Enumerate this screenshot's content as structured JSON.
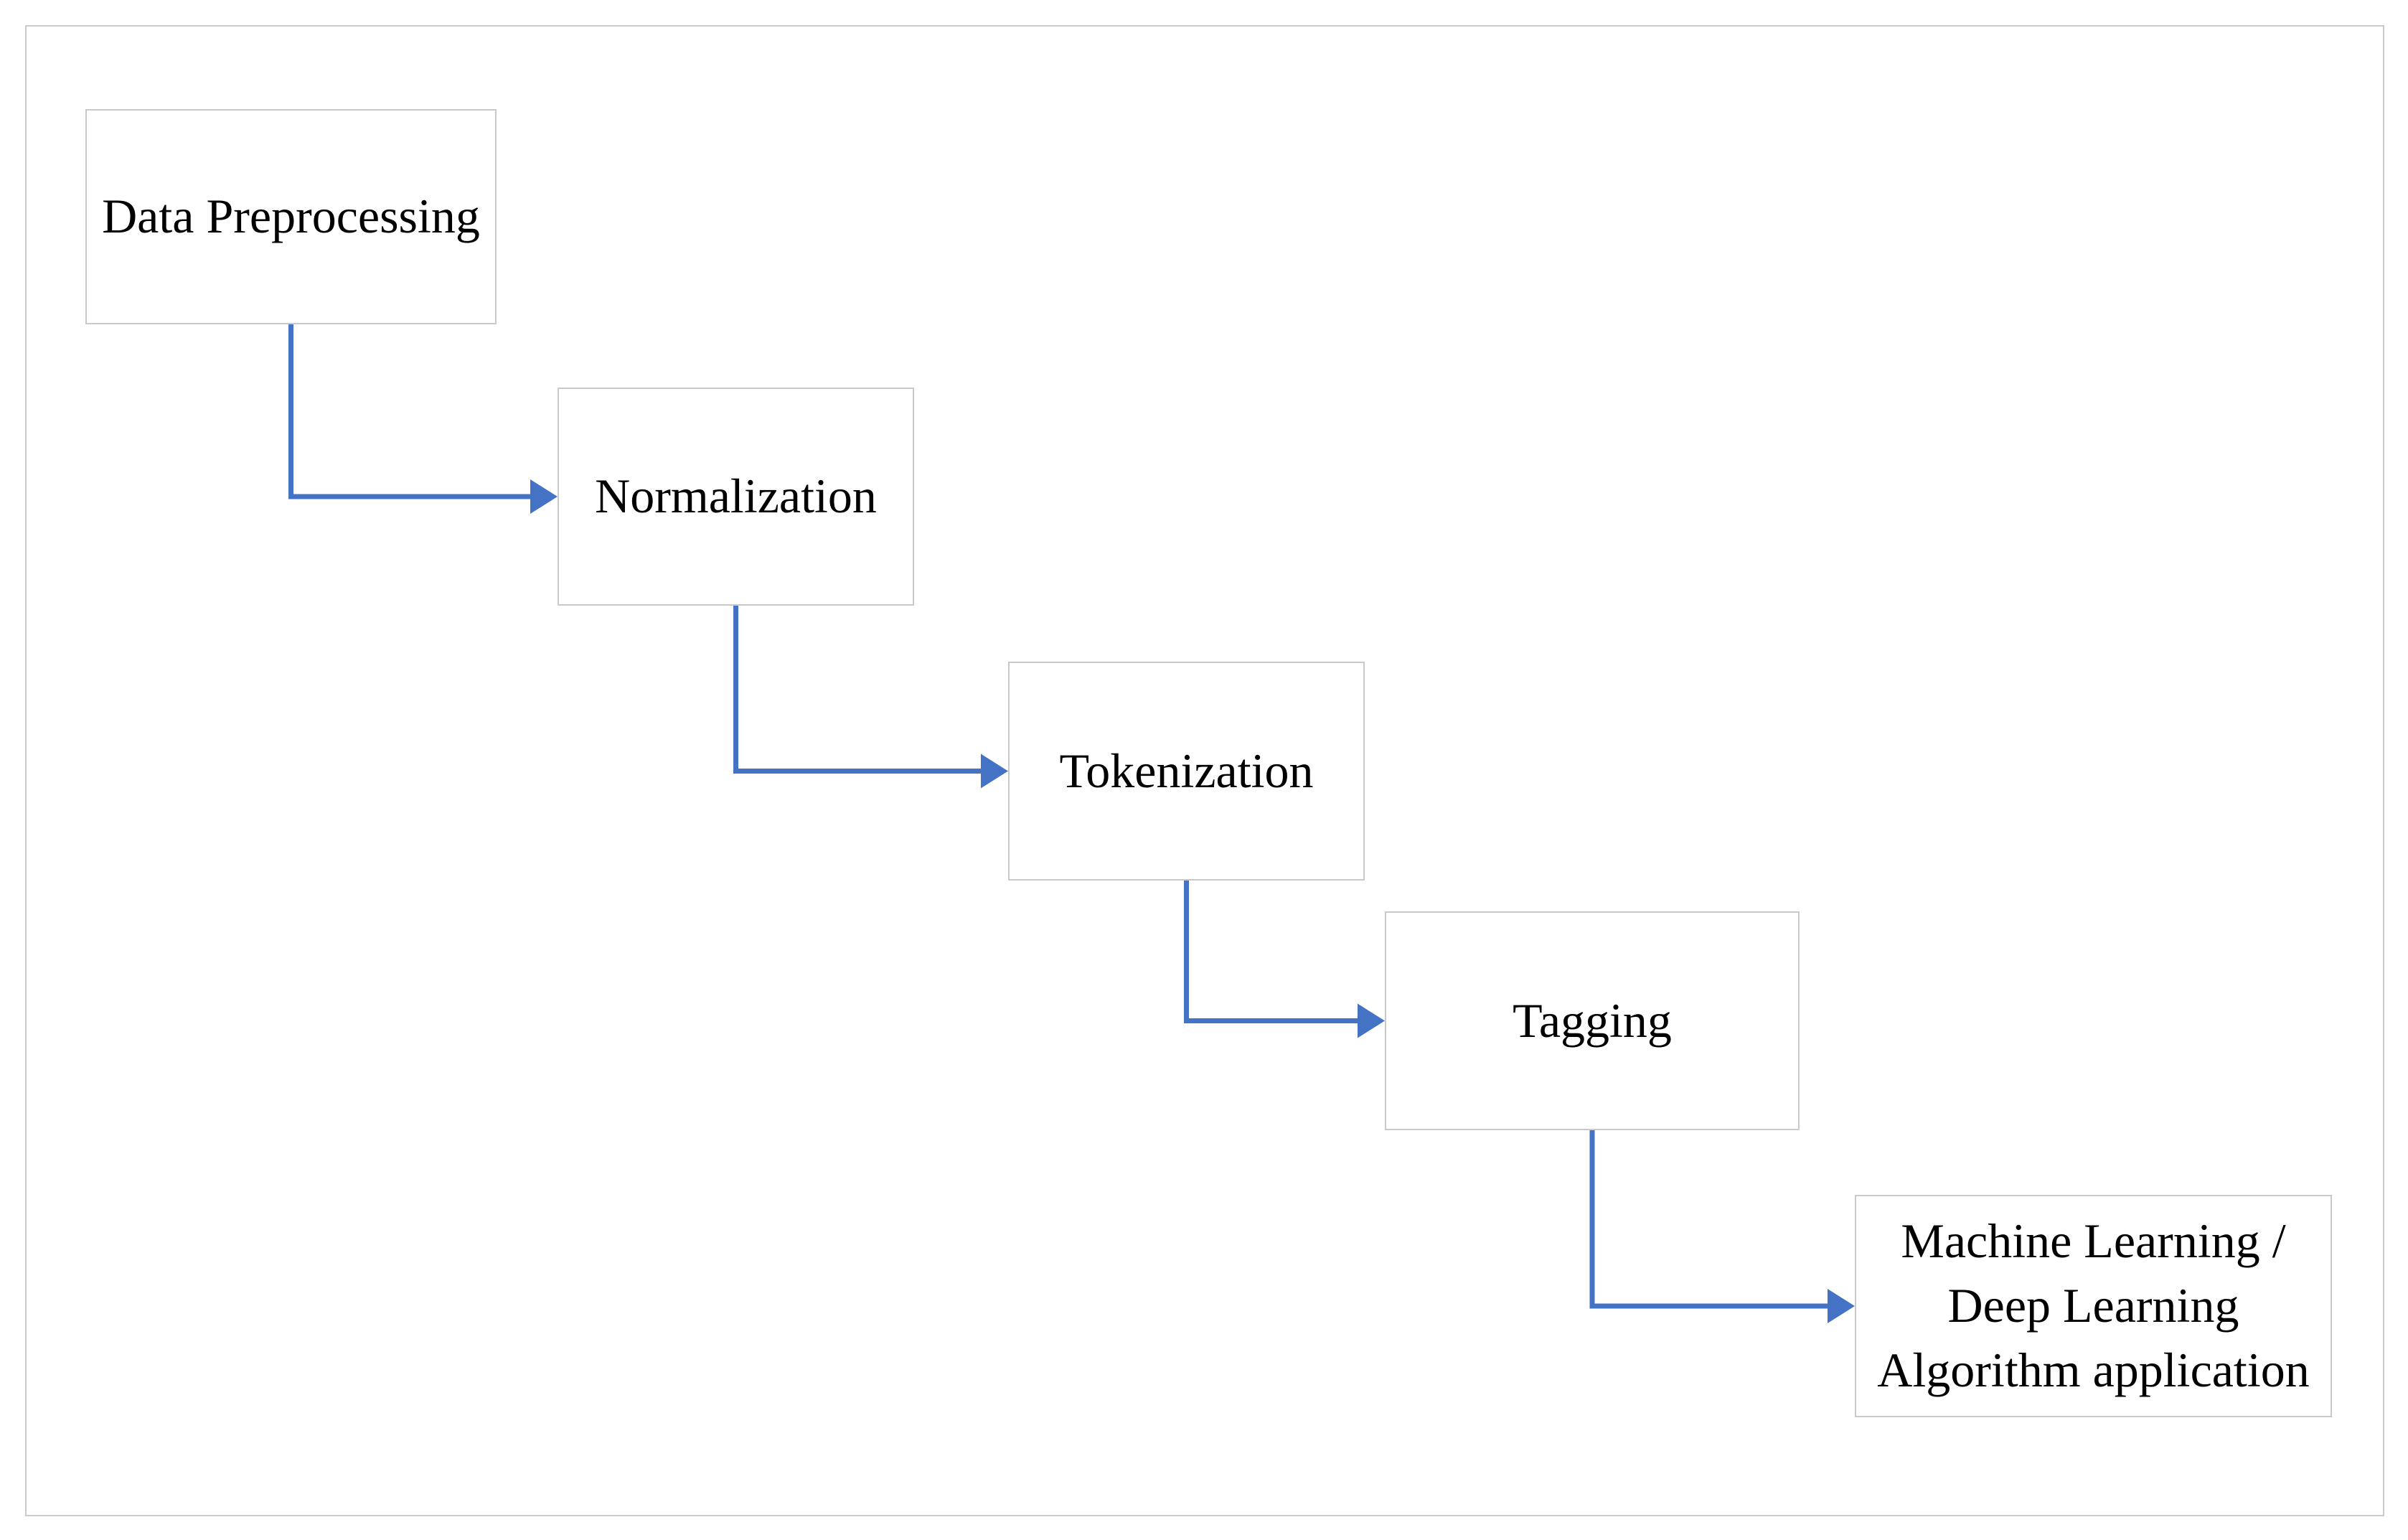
{
  "figure": {
    "type": "flowchart",
    "nodes": [
      {
        "id": "data-preprocessing",
        "label": "Data Preprocessing"
      },
      {
        "id": "normalization",
        "label": "Normalization"
      },
      {
        "id": "tokenization",
        "label": "Tokenization"
      },
      {
        "id": "tagging",
        "label": "Tagging"
      },
      {
        "id": "ml-dl-application",
        "label": "Machine Learning / Deep Learning Algorithm application"
      }
    ],
    "connections": [
      {
        "from": "data-preprocessing",
        "to": "normalization",
        "style": "elbow-down-right-arrow"
      },
      {
        "from": "normalization",
        "to": "tokenization",
        "style": "elbow-down-right-arrow"
      },
      {
        "from": "tokenization",
        "to": "tagging",
        "style": "elbow-down-right-arrow"
      },
      {
        "from": "tagging",
        "to": "ml-dl-application",
        "style": "elbow-down-right-arrow"
      }
    ],
    "colors": {
      "arrow": "#4472C4",
      "box_border": "#C9C9C9",
      "frame_border": "#C9C9C9",
      "box_fill": "#FFFFFF",
      "text": "#000000",
      "background": "#FFFFFF"
    }
  }
}
